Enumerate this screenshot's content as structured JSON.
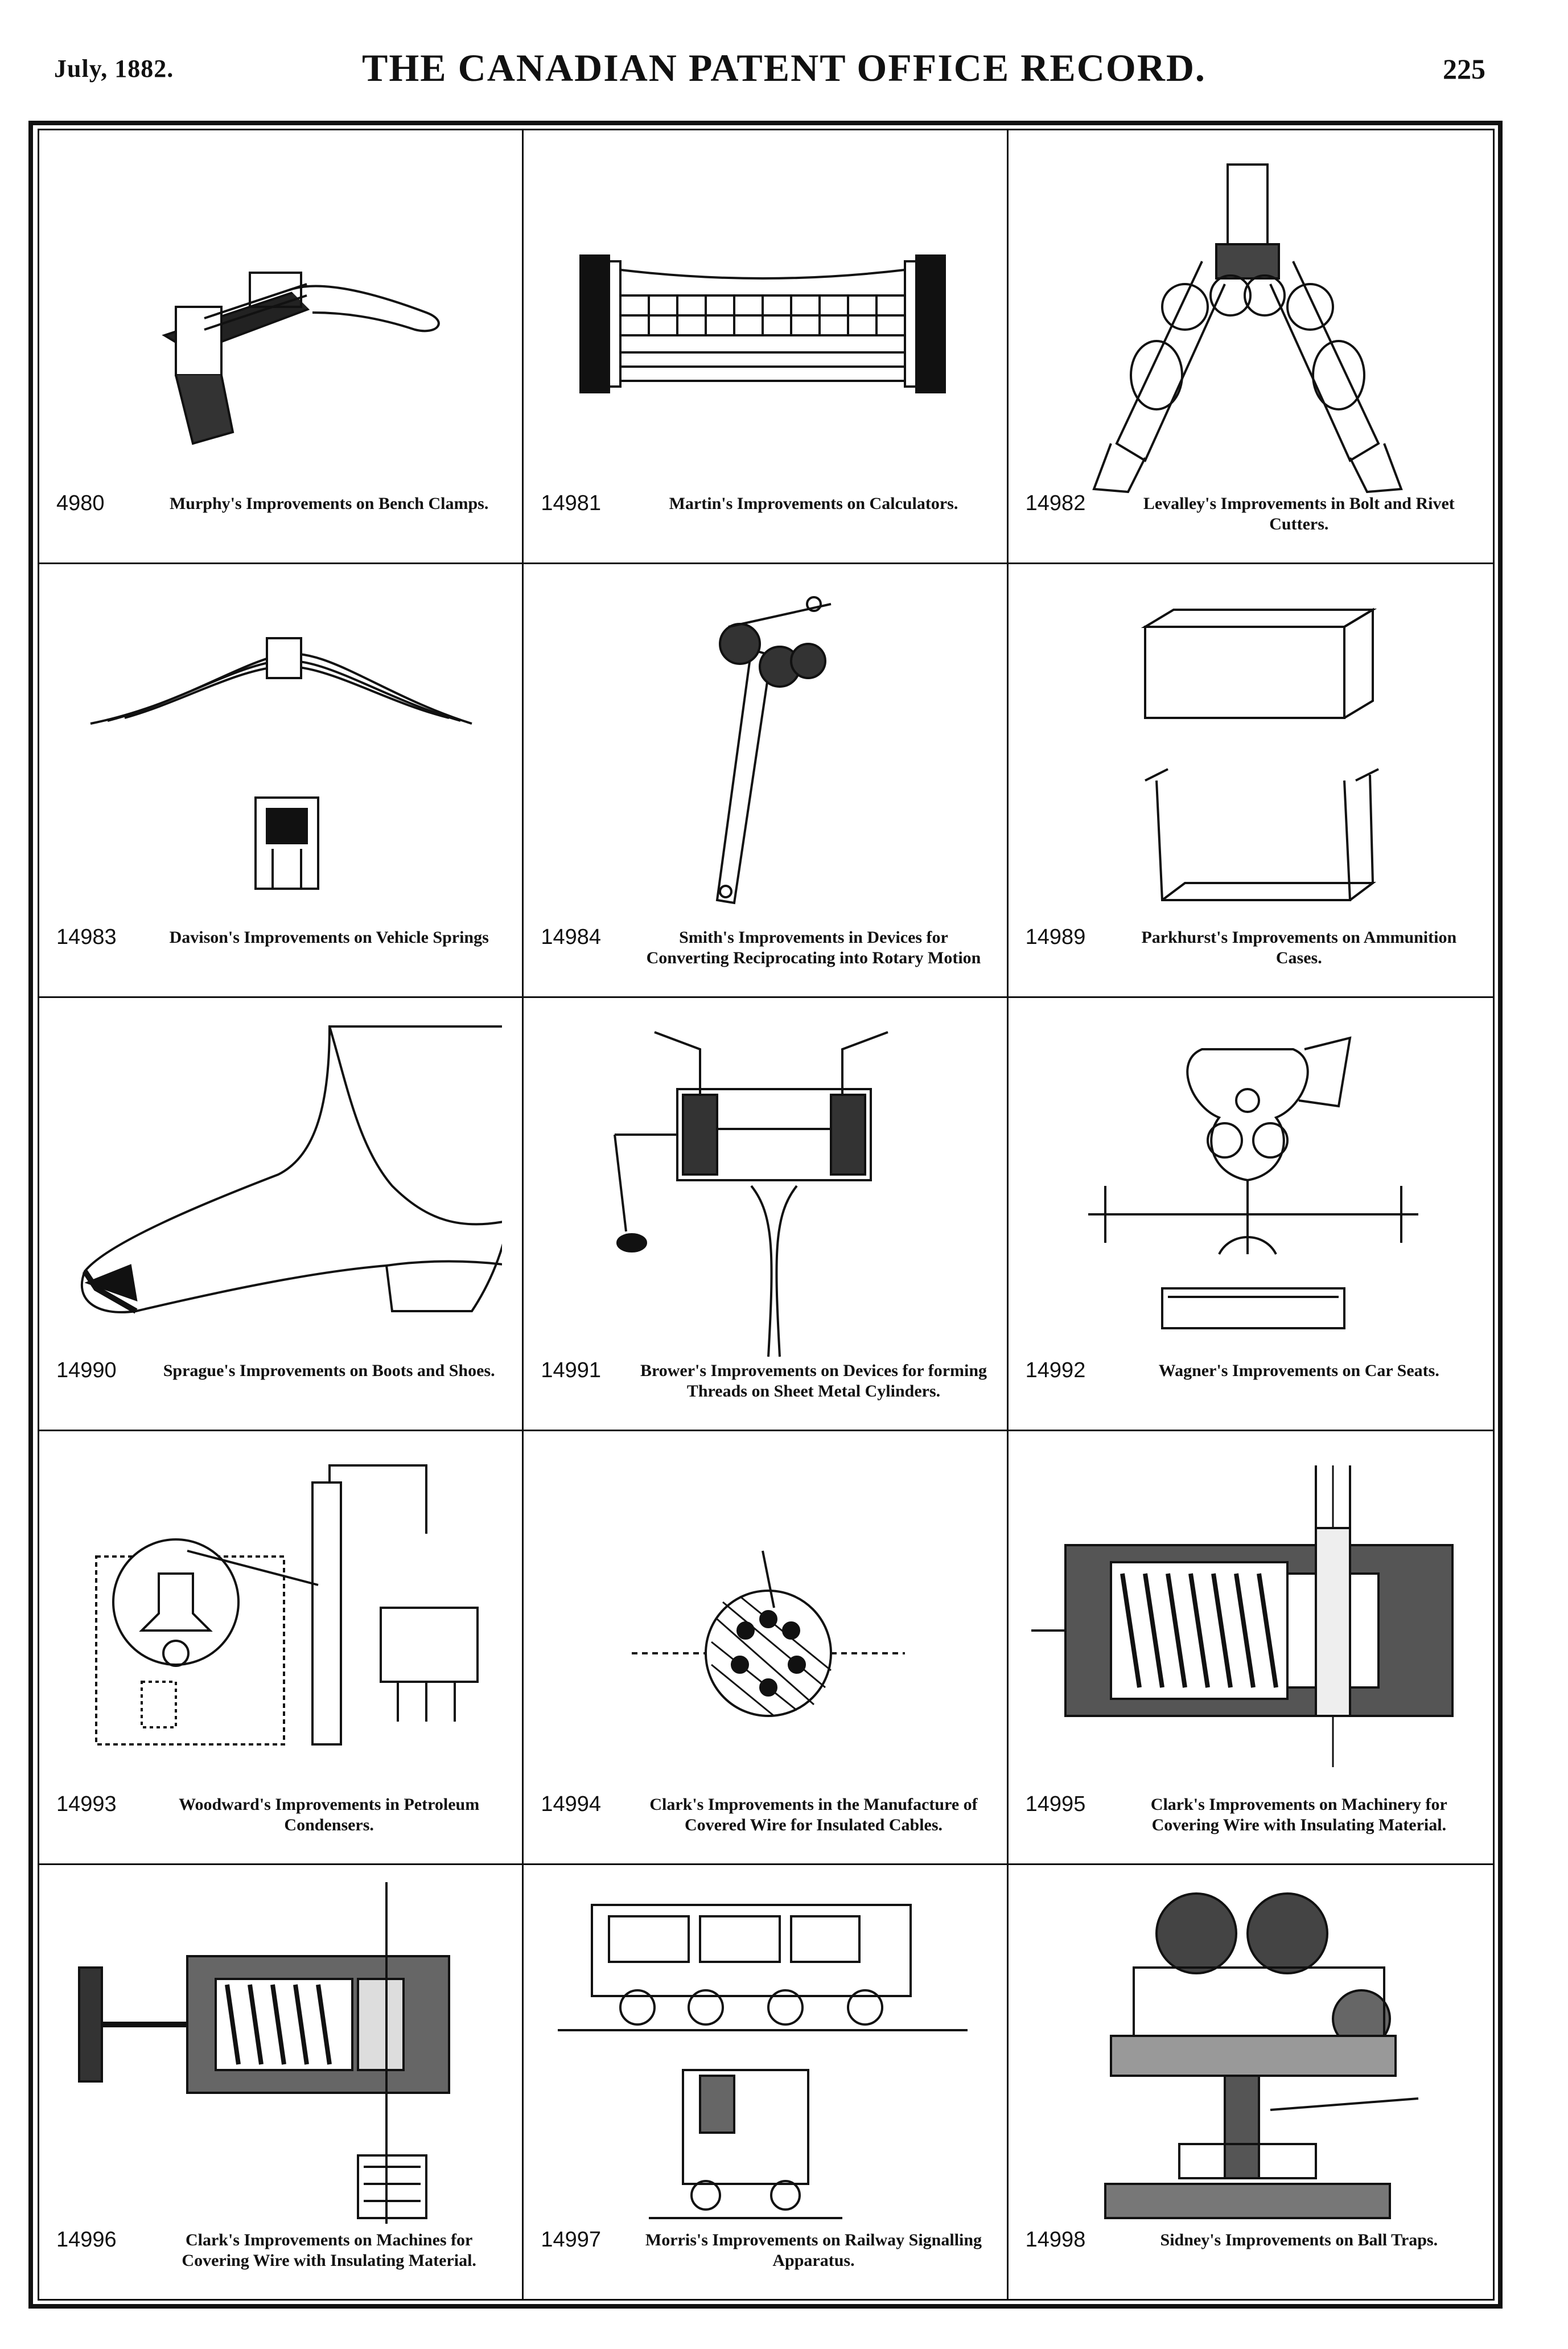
{
  "header": {
    "date": "July, 1882.",
    "title": "THE CANADIAN PATENT OFFICE RECORD.",
    "page_number": "225"
  },
  "patents": [
    {
      "number": "4980",
      "caption": "Murphy's Improvements on Bench Clamps.",
      "figure": "bench-clamp-drawing"
    },
    {
      "number": "14981",
      "caption": "Martin's Improvements on Calculators.",
      "figure": "calculator-drawing"
    },
    {
      "number": "14982",
      "caption": "Levalley's Improvements in Bolt and Rivet Cutters.",
      "figure": "bolt-cutter-drawing"
    },
    {
      "number": "14983",
      "caption": "Davison's Improvements on Vehicle Springs",
      "figure": "vehicle-spring-drawing"
    },
    {
      "number": "14984",
      "caption": "Smith's Improvements in Devices for Converting Reciprocating into Rotary Motion",
      "figure": "rotary-motion-drawing"
    },
    {
      "number": "14989",
      "caption": "Parkhurst's Improvements on Ammunition Cases.",
      "figure": "ammunition-case-drawing"
    },
    {
      "number": "14990",
      "caption": "Sprague's Improvements on Boots and Shoes.",
      "figure": "boot-drawing"
    },
    {
      "number": "14991",
      "caption": "Brower's Improvements on Devices for forming Threads on Sheet Metal Cylinders.",
      "figure": "thread-forming-drawing"
    },
    {
      "number": "14992",
      "caption": "Wagner's Improvements on Car Seats.",
      "figure": "car-seat-drawing"
    },
    {
      "number": "14993",
      "caption": "Woodward's Improvements in Petroleum Condensers.",
      "figure": "petroleum-condenser-drawing"
    },
    {
      "number": "14994",
      "caption": "Clark's Improvements in the Manufacture of Covered Wire for Insulated Cables.",
      "figure": "covered-wire-drawing"
    },
    {
      "number": "14995",
      "caption": "Clark's Improvements on Machinery for Covering Wire with Insulating Material.",
      "figure": "wire-covering-machine-drawing"
    },
    {
      "number": "14996",
      "caption": "Clark's Improvements on Machines for Covering Wire with Insulating Material.",
      "figure": "wire-covering-machine-2-drawing"
    },
    {
      "number": "14997",
      "caption": "Morris's Improvements on Railway Signalling Apparatus.",
      "figure": "railway-signal-drawing"
    },
    {
      "number": "14998",
      "caption": "Sidney's Improvements on Ball Traps.",
      "figure": "ball-trap-drawing"
    }
  ]
}
